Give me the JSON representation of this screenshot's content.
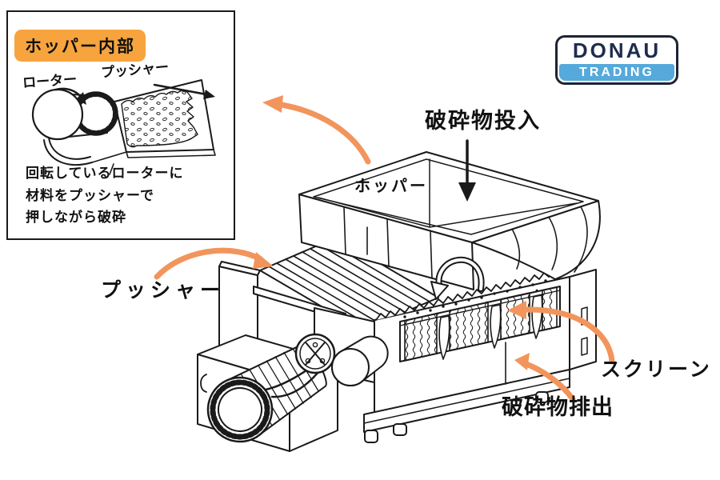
{
  "inset_panel": {
    "title": "ホッパー内部",
    "rotor_label": "ローター",
    "pusher_label": "プッシャー",
    "caption_lines": [
      "回転しているローターに",
      "材料をプッシャーで",
      "押しながら破砕"
    ]
  },
  "logo": {
    "line1": "DONAU",
    "line2": "TRADING"
  },
  "machine_labels": {
    "feed": "破砕物投入",
    "hopper": "ホッパー",
    "pusher": "プッシャー",
    "screen": "スクリーン",
    "discharge": "破砕物排出"
  },
  "colors": {
    "highlight_orange": "#F7A43E",
    "arrow_orange": "#F2955C",
    "logo_navy": "#1F2C4E",
    "logo_blue": "#55A9DB",
    "line_black": "#1A1A1A"
  }
}
